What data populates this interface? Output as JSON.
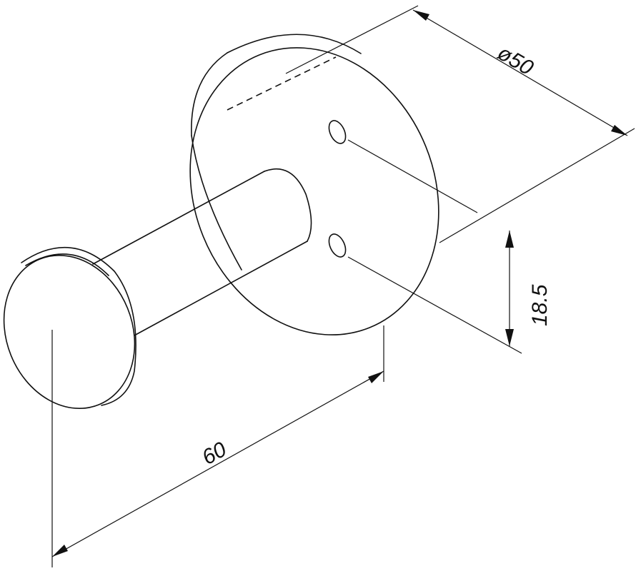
{
  "diagram": {
    "dimensions": {
      "diameter": "ø50",
      "height": "18.5",
      "length": "60"
    }
  }
}
